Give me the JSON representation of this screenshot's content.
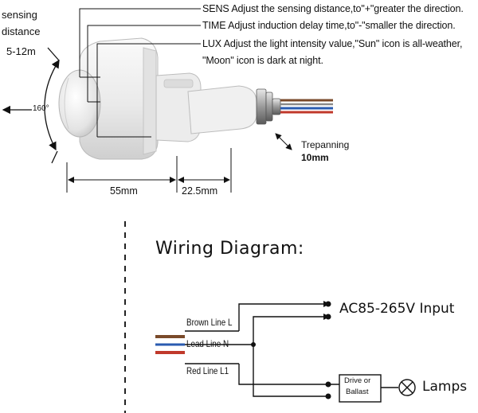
{
  "product": {
    "sensing_label_1": "sensing",
    "sensing_label_2": "distance",
    "sensing_range": "5-12m",
    "angle": "160°",
    "sens_text": "SENS Adjust the sensing distance,to\"+\"greater the direction.",
    "time_text": "TIME Adjust induction delay time,to\"-\"smaller the direction.",
    "lux_text_1": "LUX Adjust the light intensity value,\"Sun\" icon is all-weather,",
    "lux_text_2": "\"Moon\" icon is dark at night.",
    "trepanning_label": "Trepanning",
    "trepanning_size": "10mm",
    "length_1": "55mm",
    "length_2": "22.5mm"
  },
  "wiring": {
    "title": "Wiring Diagram:",
    "brown_line": "Brown Line L",
    "lead_line": "Lead Line N",
    "red_line": "Red Line L1",
    "input": "AC85-265V Input",
    "drive_1": "Drive or",
    "drive_2": "Ballast",
    "lamps": "Lamps"
  },
  "colors": {
    "brown_wire": "#7a4a2a",
    "blue_wire": "#2a5bb0",
    "red_wire": "#c0392b"
  }
}
